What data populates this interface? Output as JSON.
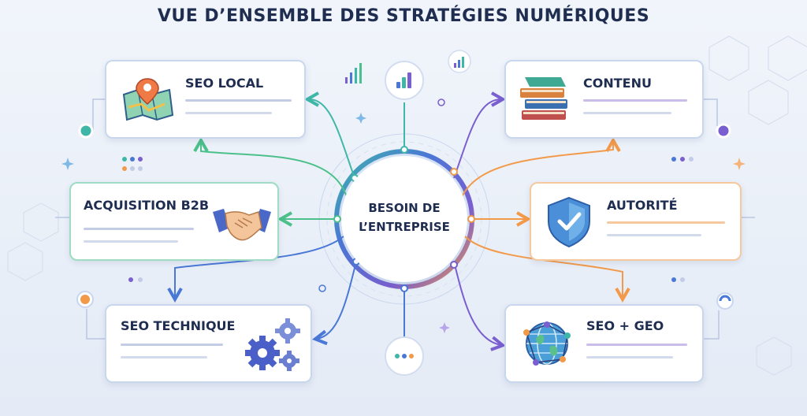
{
  "title": "VUE D’ENSEMBLE DES STRATÉGIES NUMÉRIQUES",
  "hub": {
    "line1": "BESOIN DE",
    "line2": "L’ENTREPRISE"
  },
  "cards": {
    "seo_local": {
      "label": "SEO LOCAL",
      "icon": "map-pin-icon"
    },
    "acquisition": {
      "label": "ACQUISITION B2B",
      "icon": "handshake-icon"
    },
    "seo_technique": {
      "label": "SEO TECHNIQUE",
      "icon": "gears-icon"
    },
    "contenu": {
      "label": "CONTENU",
      "icon": "books-icon"
    },
    "autorite": {
      "label": "AUTORITÉ",
      "icon": "shield-check-icon"
    },
    "seo_geo": {
      "label": "SEO + GEO",
      "icon": "globe-network-icon"
    }
  },
  "colors": {
    "teal": "#3fb7a8",
    "green": "#4cc08a",
    "blue": "#4a78d6",
    "purple": "#7a5fd0",
    "orange": "#f29a4a",
    "navy": "#1f2d50"
  }
}
